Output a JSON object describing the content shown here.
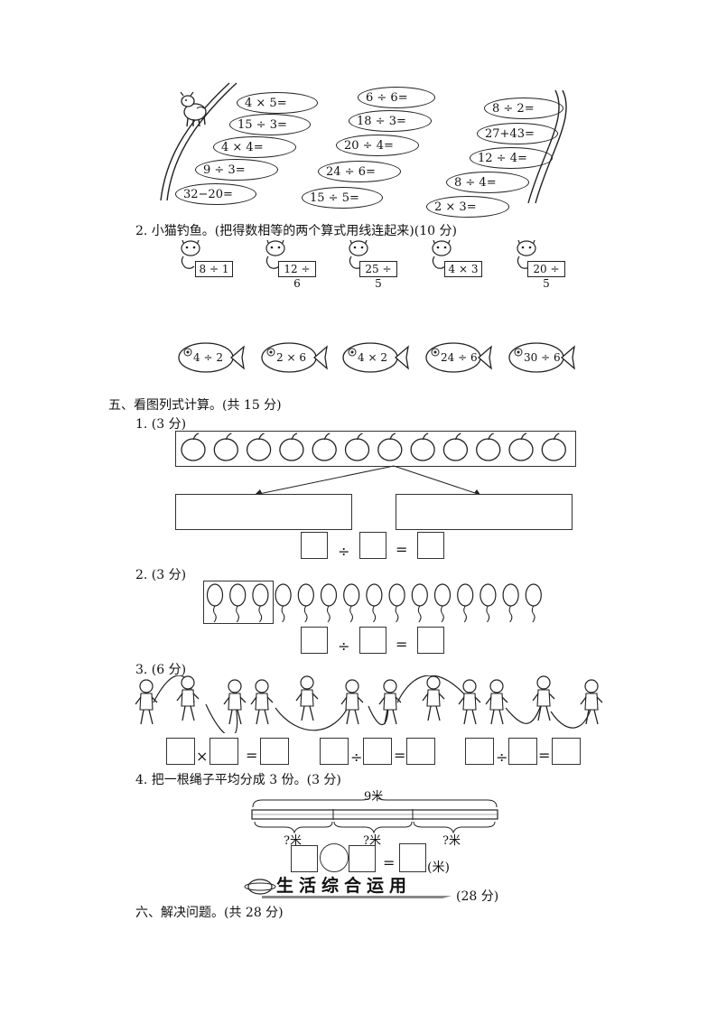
{
  "top_left_exprs": [
    "4 × 5=",
    "15 ÷ 3=",
    "4 × 4=",
    "9 ÷ 3=",
    "32−20="
  ],
  "top_mid_exprs": [
    "6 ÷ 6=",
    "18 ÷ 3=",
    "20 ÷ 4=",
    "24 ÷ 6=",
    "15 ÷ 5="
  ],
  "top_right_exprs": [
    "8 ÷ 2=",
    "27+43=",
    "12 ÷ 4=",
    "8 ÷ 4=",
    "2 × 3="
  ],
  "q2": {
    "title": "2. 小猫钓鱼。(把得数相等的两个算式用线连起来)(10 分)",
    "cats": [
      "8 ÷ 1",
      "12 ÷ 6",
      "25 ÷ 5",
      "4 × 3",
      "20 ÷ 5"
    ],
    "fish": [
      "4 ÷ 2",
      "2 × 6",
      "4 × 2",
      "24 ÷ 6",
      "30 ÷ 6"
    ]
  },
  "section5": {
    "title": "五、看图列式计算。(共 15 分)",
    "q1": "1. (3 分)",
    "q2": "2. (3 分)",
    "q3": "3. (6 分)",
    "q4": "4. 把一根绳子平均分成 3 份。(3 分)",
    "rope_total": "9米",
    "rope_part": "?米",
    "unit": "(米)",
    "div": "÷",
    "mul": "×",
    "eq": "="
  },
  "banner": {
    "title": "生活综合运用",
    "score": "(28 分)"
  },
  "section6": {
    "title": "六、解决问题。(共 28 分)"
  }
}
